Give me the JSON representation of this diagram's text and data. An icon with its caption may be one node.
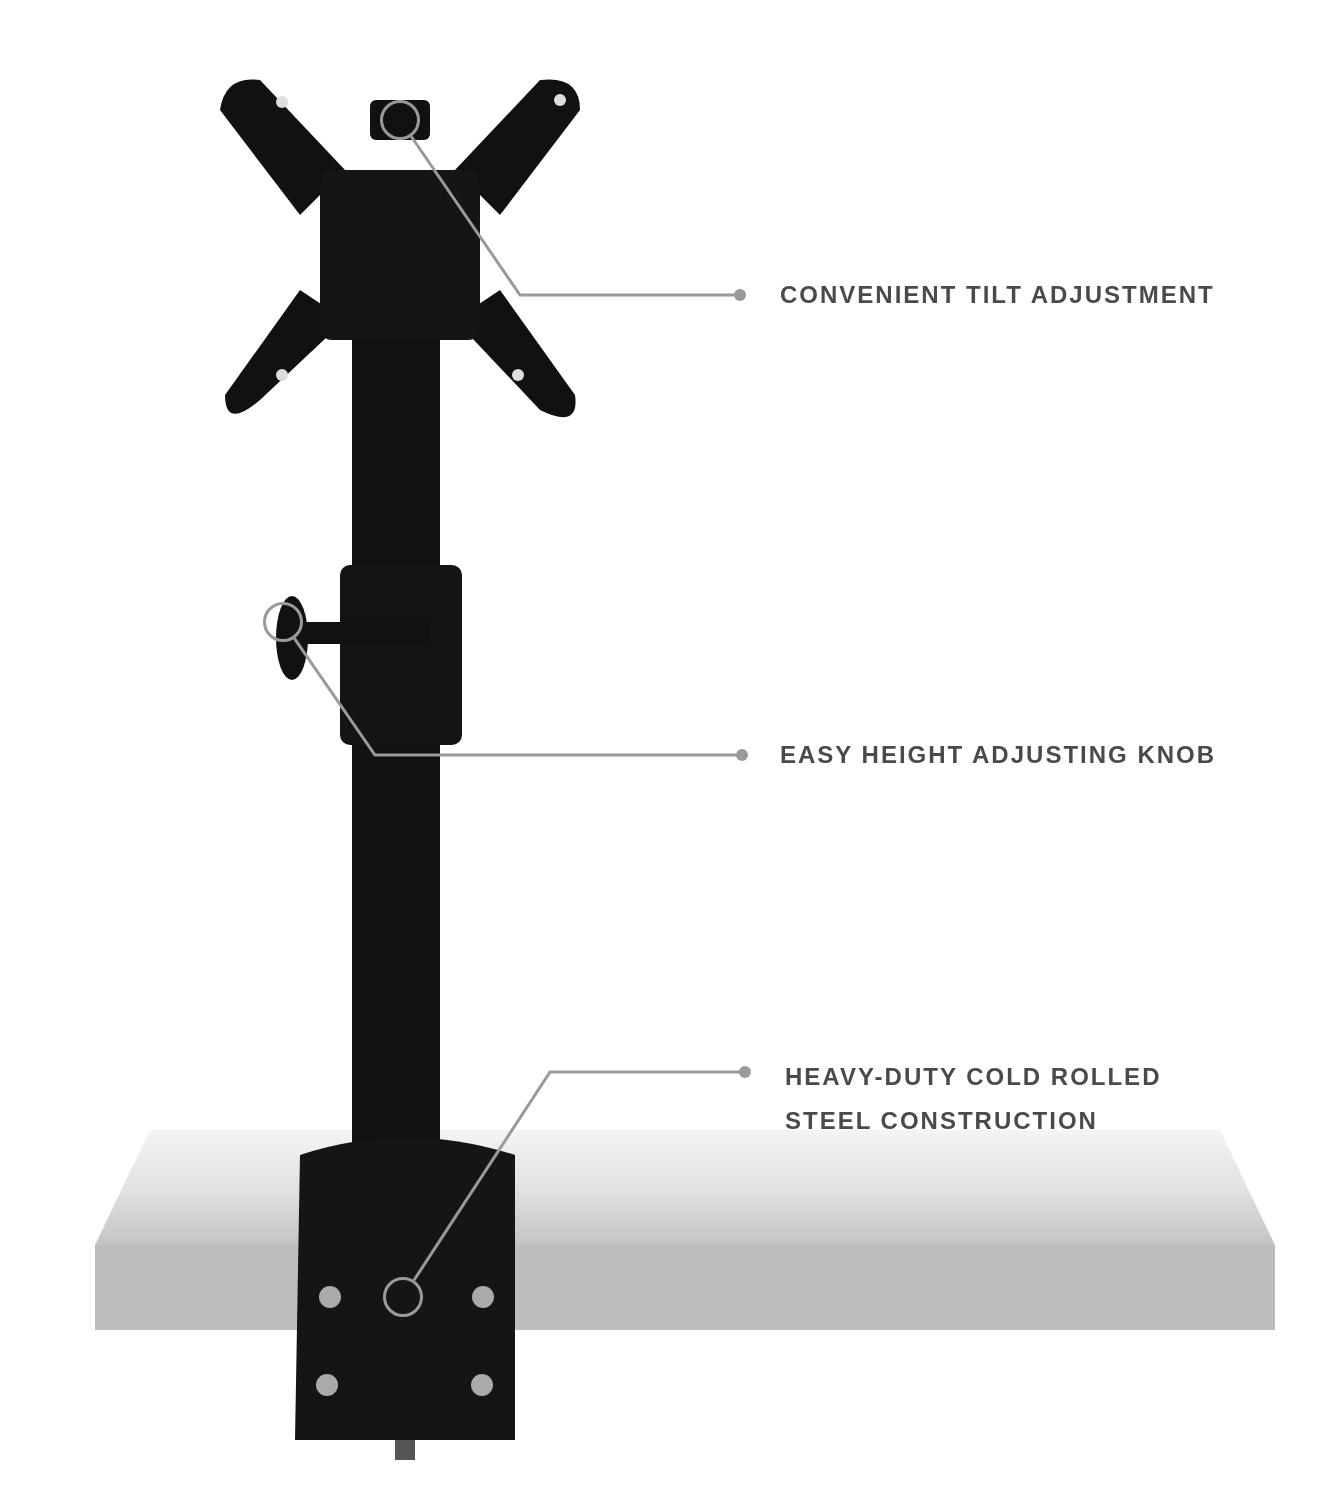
{
  "diagram": {
    "nodes": [
      {
        "text": [],
        "shape": "circle"
      },
      {
        "text": [
          "CONVENIENT TILT ADJUSTMENT"
        ]
      },
      {
        "text": [],
        "shape": "circle"
      },
      {
        "text": [
          "EASY HEIGHT ADJUSTING KNOB"
        ]
      },
      {
        "text": [
          "HEAVY-DUTY COLD ROLLED STEEL CONSTRUCTION"
        ]
      },
      {
        "text": [],
        "shape": "circle"
      }
    ],
    "edges": [
      {
        "from": 1,
        "to": 0,
        "arrow": "other"
      },
      {
        "from": 3,
        "to": 2,
        "arrow": "other"
      },
      {
        "from": 4,
        "to": 5,
        "arrow": "other"
      }
    ]
  }
}
